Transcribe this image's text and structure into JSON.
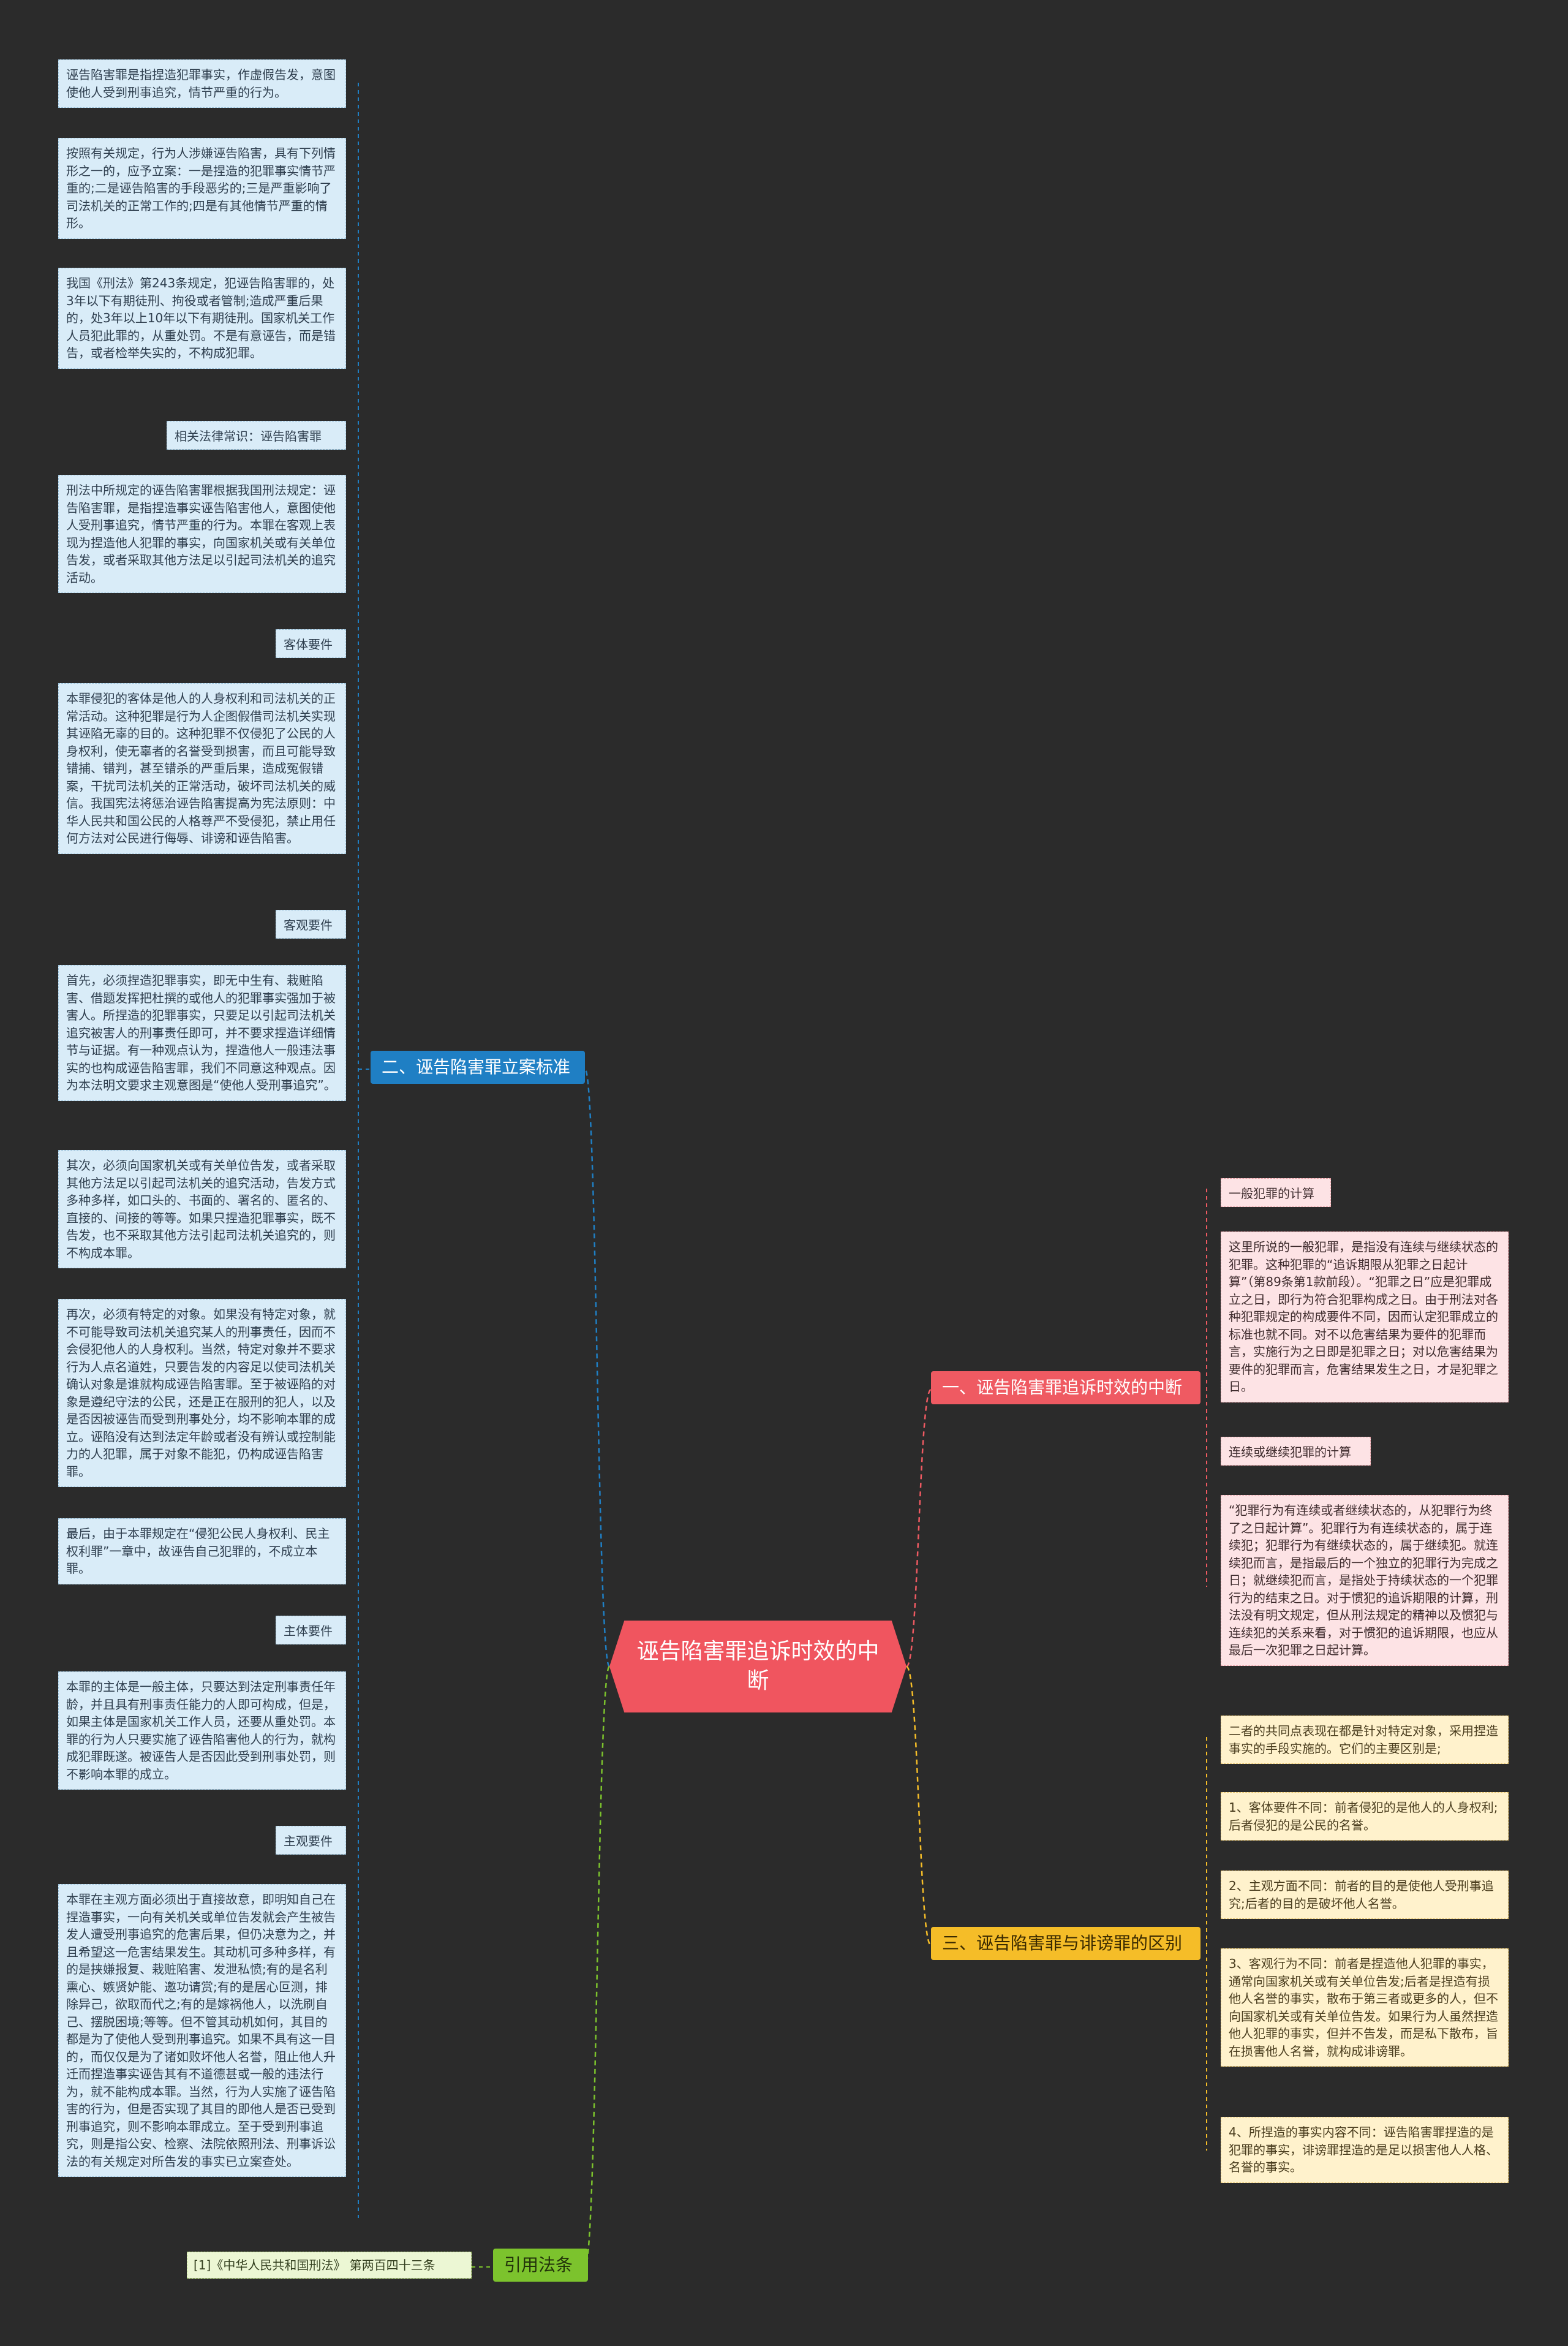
{
  "root": {
    "title": "诬告陷害罪追诉时效的中断"
  },
  "branches": {
    "b2": {
      "title": "二、诬告陷害罪立案标准"
    },
    "b1": {
      "title": "一、诬告陷害罪追诉时效的中断"
    },
    "b3": {
      "title": "三、诬告陷害罪与诽谤罪的区别"
    },
    "b4": {
      "title": "引用法条"
    }
  },
  "left_leaves": {
    "l1": "诬告陷害罪是指捏造犯罪事实，作虚假告发，意图使他人受到刑事追究，情节严重的行为。",
    "l2": "按照有关规定，行为人涉嫌诬告陷害，具有下列情形之一的，应予立案：一是捏造的犯罪事实情节严重的;二是诬告陷害的手段恶劣的;三是严重影响了司法机关的正常工作的;四是有其他情节严重的情形。",
    "l3": "我国《刑法》第243条规定，犯诬告陷害罪的，处3年以下有期徒刑、拘役或者管制;造成严重后果的，处3年以上10年以下有期徒刑。国家机关工作人员犯此罪的，从重处罚。不是有意诬告，而是错告，或者检举失实的，不构成犯罪。",
    "label_law": "相关法律常识：诬告陷害罪",
    "l4": "刑法中所规定的诬告陷害罪根据我国刑法规定：诬告陷害罪，是指捏造事实诬告陷害他人，意图使他人受刑事追究，情节严重的行为。本罪在客观上表现为捏造他人犯罪的事实，向国家机关或有关单位告发，或者采取其他方法足以引起司法机关的追究活动。",
    "label_object": "客体要件",
    "l5": "本罪侵犯的客体是他人的人身权利和司法机关的正常活动。这种犯罪是行为人企图假借司法机关实现其诬陷无辜的目的。这种犯罪不仅侵犯了公民的人身权利，使无辜者的名誉受到损害，而且可能导致错捕、错判，甚至错杀的严重后果，造成冤假错案，干扰司法机关的正常活动，破坏司法机关的威信。我国宪法将惩治诬告陷害提高为宪法原则：中华人民共和国公民的人格尊严不受侵犯，禁止用任何方法对公民进行侮辱、诽谤和诬告陷害。",
    "label_objective": "客观要件",
    "l6": "首先，必须捏造犯罪事实，即无中生有、栽赃陷害、借题发挥把杜撰的或他人的犯罪事实强加于被害人。所捏造的犯罪事实，只要足以引起司法机关追究被害人的刑事责任即可，并不要求捏造详细情节与证据。有一种观点认为，捏造他人一般违法事实的也构成诬告陷害罪，我们不同意这种观点。因为本法明文要求主观意图是“使他人受刑事追究”。",
    "l7": "其次，必须向国家机关或有关单位告发，或者采取其他方法足以引起司法机关的追究活动，告发方式多种多样，如口头的、书面的、署名的、匿名的、直接的、间接的等等。如果只捏造犯罪事实，既不告发，也不采取其他方法引起司法机关追究的，则不构成本罪。",
    "l8": "再次，必须有特定的对象。如果没有特定对象，就不可能导致司法机关追究某人的刑事责任，因而不会侵犯他人的人身权利。当然，特定对象并不要求行为人点名道姓，只要告发的内容足以使司法机关确认对象是谁就构成诬告陷害罪。至于被诬陷的对象是遵纪守法的公民，还是正在服刑的犯人，以及是否因被诬告而受到刑事处分，均不影响本罪的成立。诬陷没有达到法定年龄或者没有辨认或控制能力的人犯罪，属于对象不能犯，仍构成诬告陷害罪。",
    "l9": "最后，由于本罪规定在“侵犯公民人身权利、民主权利罪”一章中，故诬告自己犯罪的，不成立本罪。",
    "label_subject": "主体要件",
    "l10": "本罪的主体是一般主体，只要达到法定刑事责任年龄，并且具有刑事责任能力的人即可构成，但是，如果主体是国家机关工作人员，还要从重处罚。本罪的行为人只要实施了诬告陷害他人的行为，就构成犯罪既遂。被诬告人是否因此受到刑事处罚，则不影响本罪的成立。",
    "label_subjective": "主观要件",
    "l11": "本罪在主观方面必须出于直接故意，即明知自己在捏造事实，一向有关机关或单位告发就会产生被告发人遭受刑事追究的危害后果，但仍决意为之，并且希望这一危害结果发生。其动机可多种多样，有的是挟嫌报复、栽赃陷害、发泄私愤;有的是名利熏心、嫉贤妒能、邀功请赏;有的是居心叵测，排除异己，欲取而代之;有的是嫁祸他人，以洗刷自己、摆脱困境;等等。但不管其动机如何，其目的都是为了使他人受到刑事追究。如果不具有这一目的，而仅仅是为了诸如败坏他人名誉，阻止他人升迁而捏造事实诬告其有不道德甚或一般的违法行为，就不能构成本罪。当然，行为人实施了诬告陷害的行为，但是否实现了其目的即他人是否已受到刑事追究，则不影响本罪成立。至于受到刑事追究，则是指公安、检察、法院依照刑法、刑事诉讼法的有关规定对所告发的事实已立案查处。"
  },
  "right_b1": {
    "label_general": "一般犯罪的计算",
    "r1": "这里所说的一般犯罪，是指没有连续与继续状态的犯罪。这种犯罪的“追诉期限从犯罪之日起计算”（第89条第1款前段）。“犯罪之日”应是犯罪成立之日，即行为符合犯罪构成之日。由于刑法对各种犯罪规定的构成要件不同，因而认定犯罪成立的标准也就不同。对不以危害结果为要件的犯罪而言，实施行为之日即是犯罪之日；对以危害结果为要件的犯罪而言，危害结果发生之日，才是犯罪之日。",
    "label_continuous": "连续或继续犯罪的计算",
    "r2": "“犯罪行为有连续或者继续状态的，从犯罪行为终了之日起计算”。犯罪行为有连续状态的，属于连续犯；犯罪行为有继续状态的，属于继续犯。就连续犯而言，是指最后的一个独立的犯罪行为完成之日；就继续犯而言，是指处于持续状态的一个犯罪行为的结束之日。对于惯犯的追诉期限的计算，刑法没有明文规定，但从刑法规定的精神以及惯犯与连续犯的关系来看，对于惯犯的追诉期限，也应从最后一次犯罪之日起计算。"
  },
  "right_b3": {
    "r1": "二者的共同点表现在都是针对特定对象，采用捏造事实的手段实施的。它们的主要区别是;",
    "r2": "1、客体要件不同：前者侵犯的是他人的人身权利;后者侵犯的是公民的名誉。",
    "r3": "2、主观方面不同：前者的目的是使他人受刑事追究;后者的目的是破坏他人名誉。",
    "r4": "3、客观行为不同：前者是捏造他人犯罪的事实，通常向国家机关或有关单位告发;后者是捏造有损他人名誉的事实，散布于第三者或更多的人，但不向国家机关或有关单位告发。如果行为人虽然捏造他人犯罪的事实，但并不告发，而是私下散布，旨在损害他人名誉，就构成诽谤罪。",
    "r5": "4、所捏造的事实内容不同：诬告陷害罪捏造的是犯罪的事实，诽谤罪捏造的是足以损害他人人格、名誉的事实。"
  },
  "cite": {
    "c1": "[1]《中华人民共和国刑法》 第两百四十三条"
  },
  "colors": {
    "blue": "#1f7fc4",
    "red": "#ef5a62",
    "yellow": "#f5bd28",
    "green": "#7cc32d",
    "background": "#2b2b2b"
  }
}
